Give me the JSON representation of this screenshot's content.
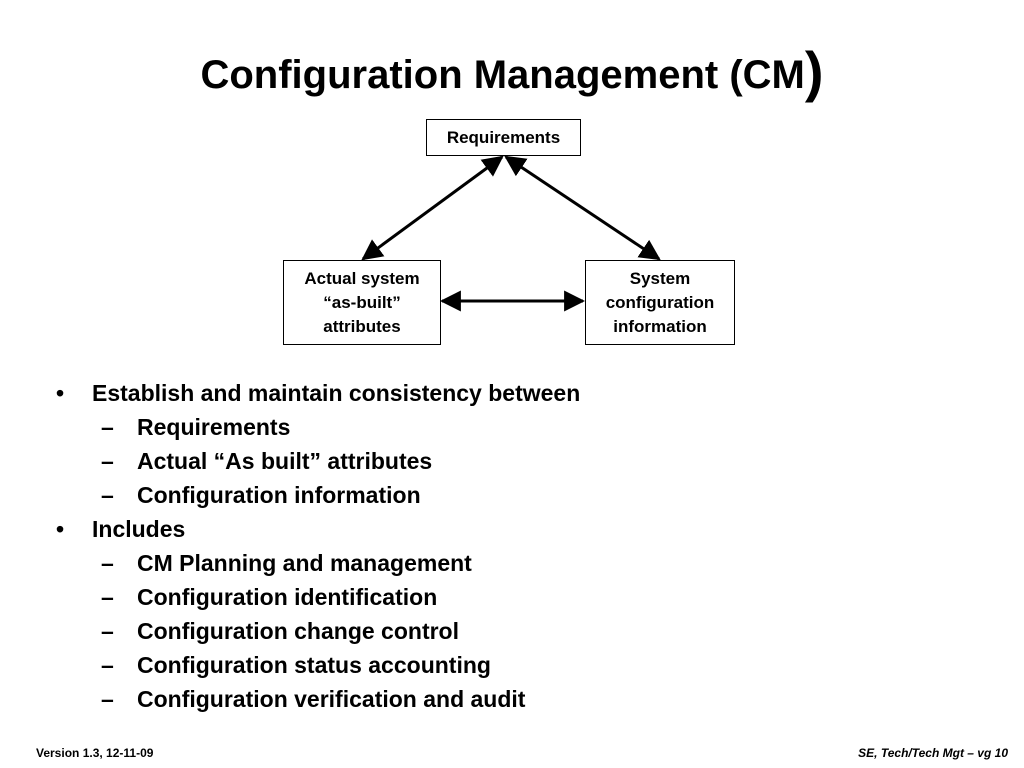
{
  "slide": {
    "title": "Configuration Management (CM",
    "title_close": ")"
  },
  "diagram": {
    "requirements": "Requirements",
    "actual_system": [
      "Actual system",
      "“as-built”",
      "attributes"
    ],
    "system_config": [
      "System",
      "configuration",
      "information"
    ]
  },
  "bullets": [
    {
      "level": 1,
      "marker": "•",
      "text": "Establish and maintain consistency between"
    },
    {
      "level": 2,
      "marker": "–",
      "text": "Requirements"
    },
    {
      "level": 2,
      "marker": "–",
      "text": "Actual “As built” attributes"
    },
    {
      "level": 2,
      "marker": "–",
      "text": "Configuration information"
    },
    {
      "level": 1,
      "marker": "•",
      "text": "Includes"
    },
    {
      "level": 2,
      "marker": "–",
      "text": "CM Planning and management"
    },
    {
      "level": 2,
      "marker": "–",
      "text": "Configuration identification"
    },
    {
      "level": 2,
      "marker": "–",
      "text": "Configuration change control"
    },
    {
      "level": 2,
      "marker": "–",
      "text": "Configuration status accounting"
    },
    {
      "level": 2,
      "marker": "–",
      "text": "Configuration verification and audit"
    }
  ],
  "footer": {
    "left": "Version 1.3, 12-11-09",
    "right": "SE, Tech/Tech Mgt – vg 10"
  }
}
